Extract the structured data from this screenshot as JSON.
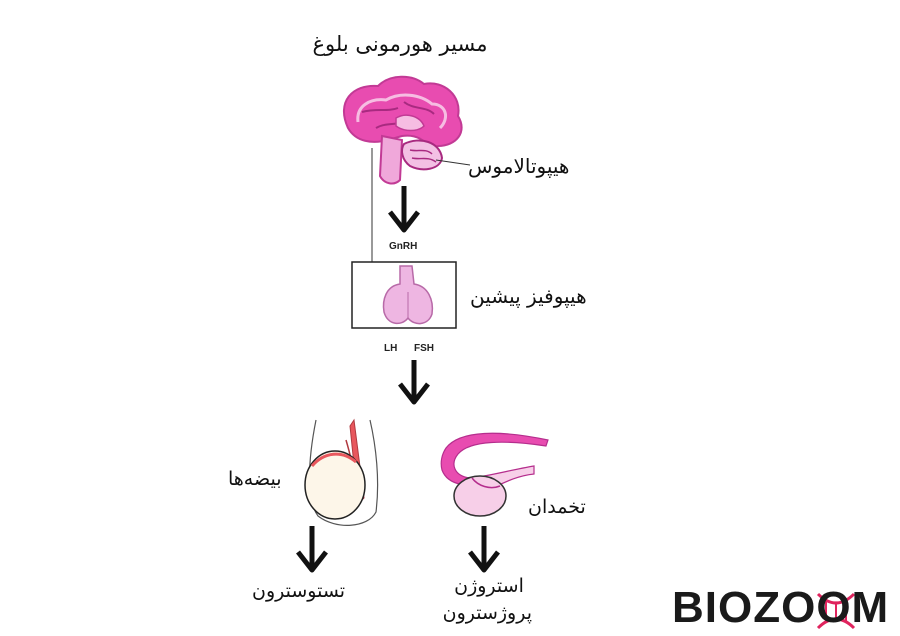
{
  "title": "مسیر هورمونی بلوغ",
  "labels": {
    "hypothalamus": "هیپوتالاموس",
    "anterior_pituitary": "هیپوفیز پیشین",
    "testes": "بیضه‌ها",
    "ovary": "تخمدان"
  },
  "hormones": {
    "gnrh": "GnRH",
    "lh": "LH",
    "fsh": "FSH",
    "testosterone": "تستوسترون",
    "estrogen": "استروژن",
    "progesterone": "پروژسترون"
  },
  "logo": {
    "text": "BIOZOOM",
    "accent_color": "#e0245e"
  },
  "colors": {
    "brain": "#e84cb0",
    "brain_light": "#f6bde2",
    "pituitary": "#eeb6e2",
    "testis_fill": "#fdf6e9",
    "testis_vessel": "#e8575d",
    "ovary_fill": "#f7cfe8",
    "arrow": "#111111"
  }
}
